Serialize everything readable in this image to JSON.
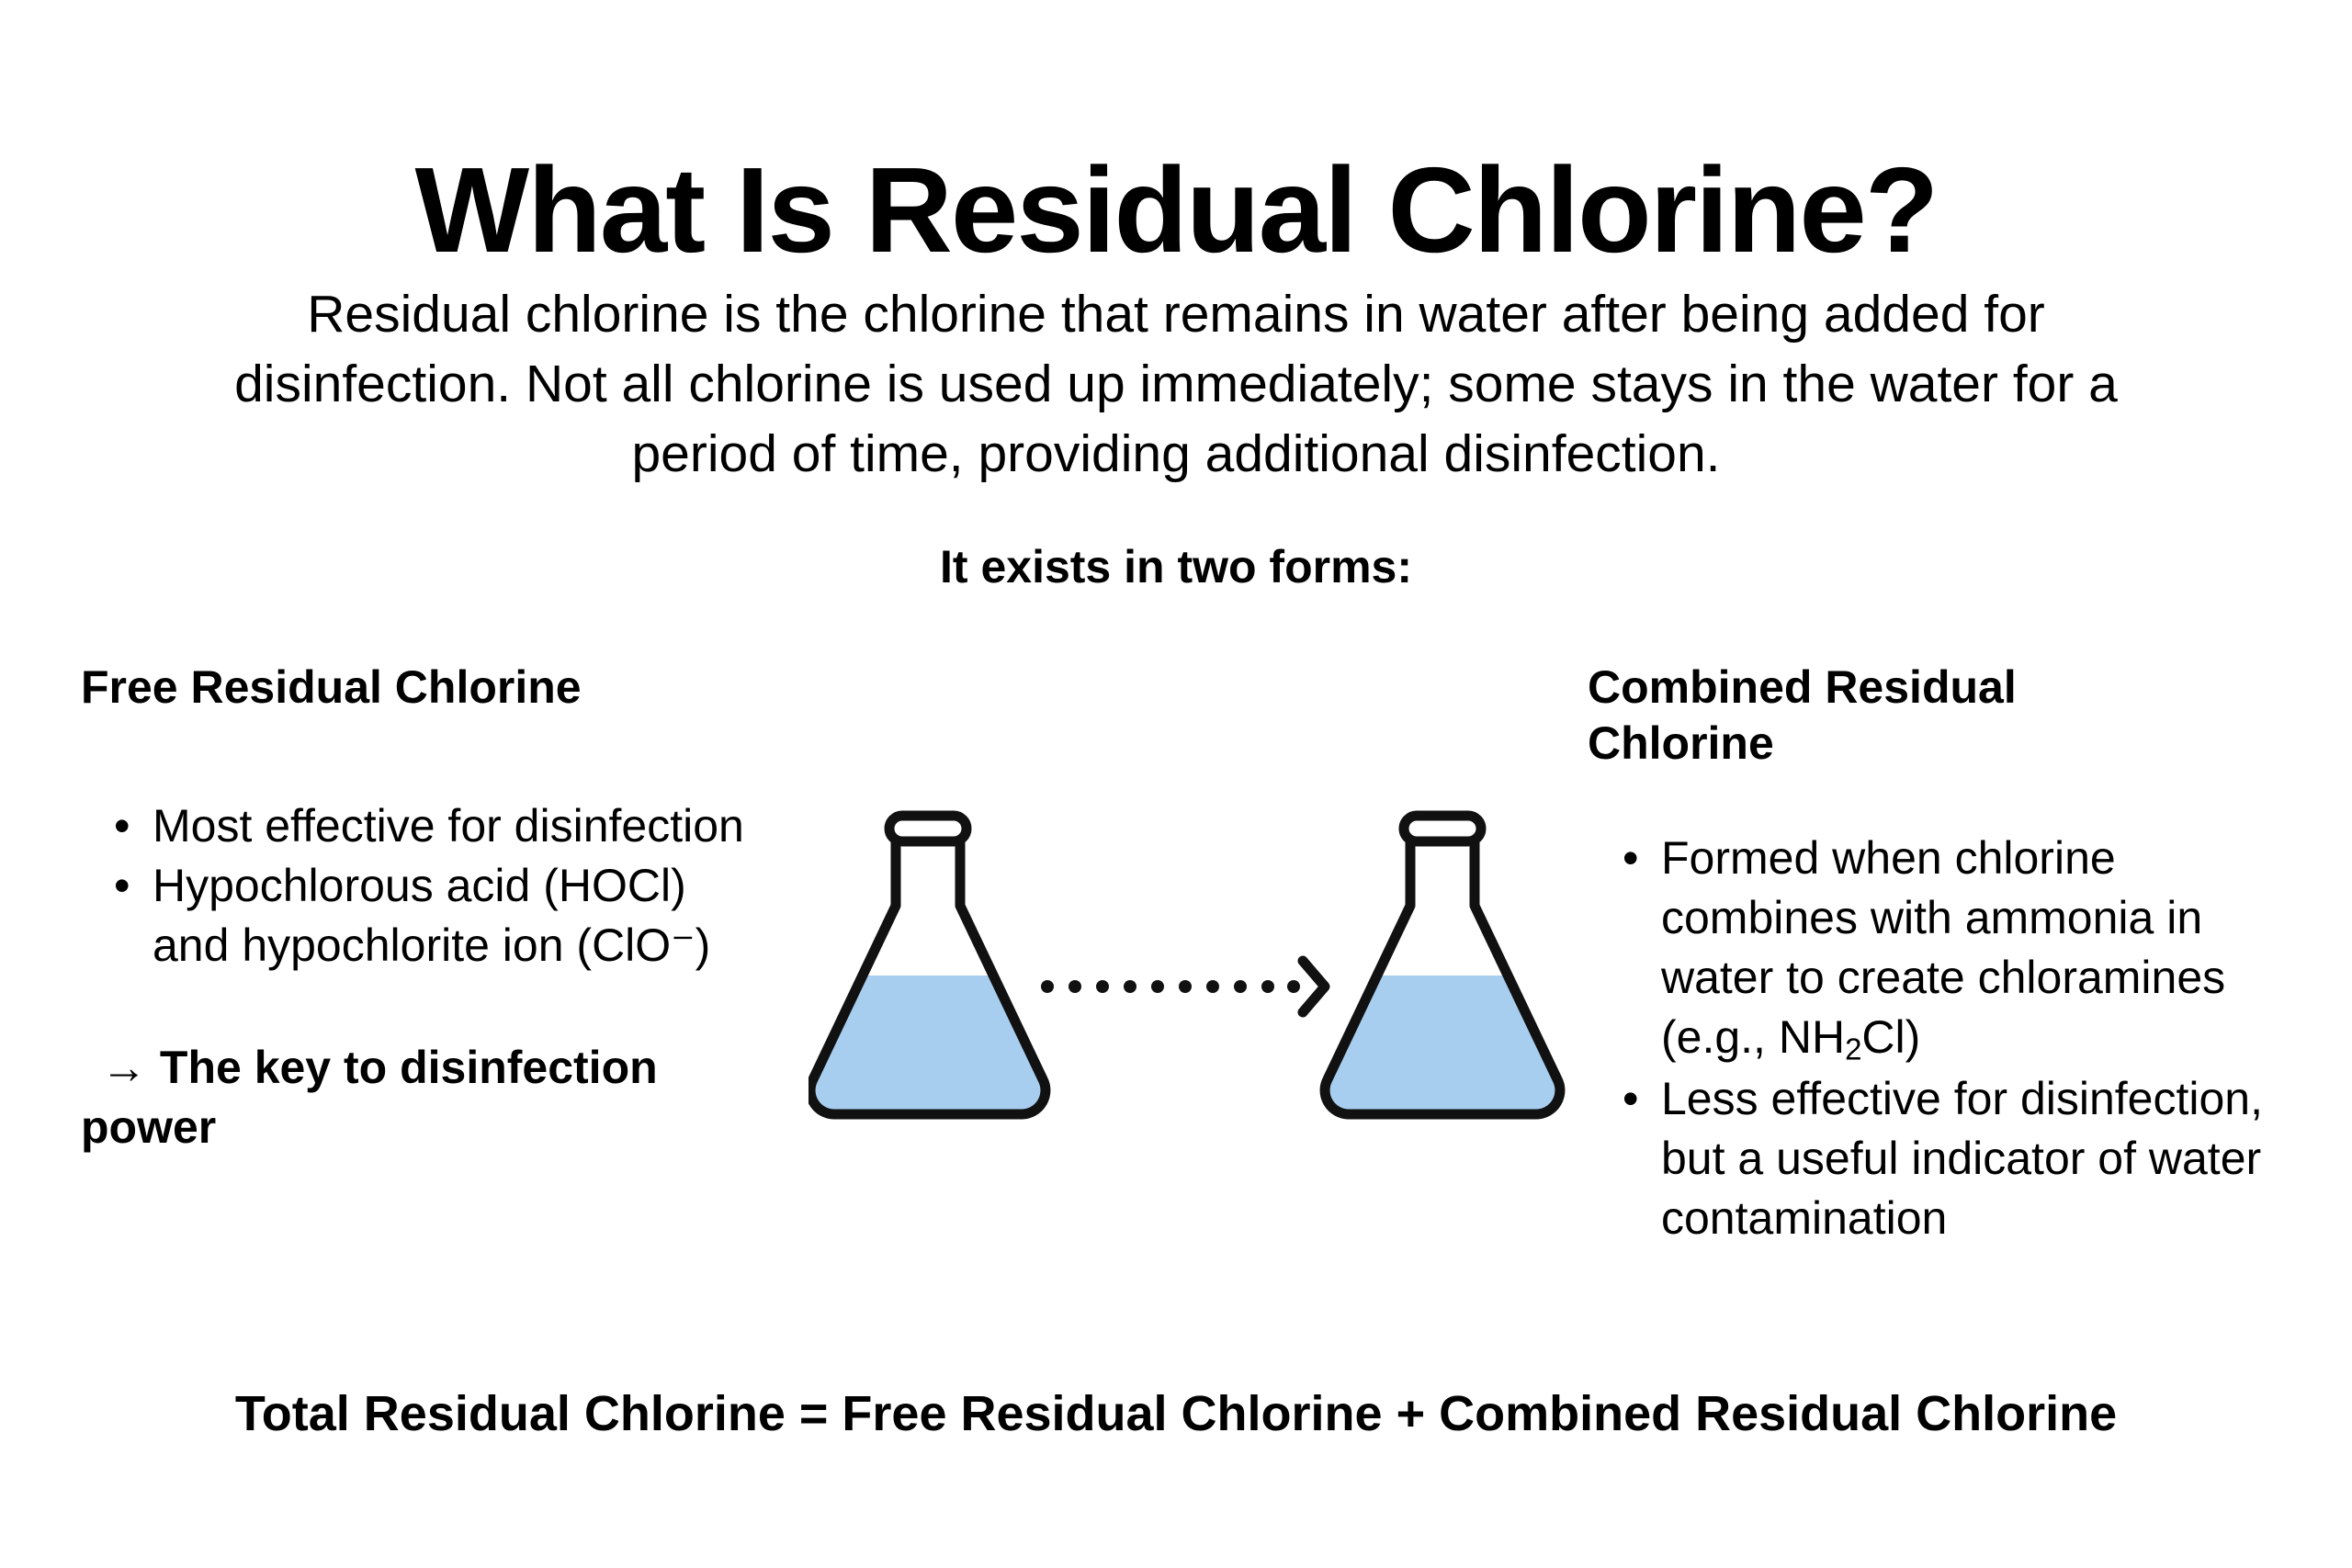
{
  "page": {
    "background_color": "#FFFFFF",
    "text_color": "#000000"
  },
  "title": "What Is Residual Chlorine?",
  "intro": {
    "line1": "Residual chlorine is the chlorine that remains in water after being added for",
    "line2": "disinfection. Not all chlorine is used up immediately; some stays in the water for a",
    "line3": "period of time, providing additional disinfection."
  },
  "forms_lead": "It exists in two forms:",
  "left_column": {
    "heading": "Free Residual Chlorine",
    "bullet_marker": "•",
    "bullets": [
      "Most effective for disinfection",
      "Hypochlorous acid (HOCl) and hypochlorite ion (ClO⁻)"
    ],
    "key_note_arrow": "→",
    "key_note": "The key to disinfection power"
  },
  "right_column": {
    "heading_line1": "Combined Residual",
    "heading_line2": "Chlorine",
    "bullet_marker": "•",
    "bullets": [
      {
        "prefix": "Formed when chlorine combines with ammonia in water to create chloramines (e.g., NH",
        "subscript": "2",
        "suffix": "Cl)"
      },
      {
        "prefix": "Less effective for disinfection, but a useful indicator of water contamination",
        "subscript": "",
        "suffix": ""
      }
    ]
  },
  "illustration": {
    "name": "two-flasks-with-dotted-arrow",
    "left_flask_label": "flask-free-residual-chlorine",
    "right_flask_label": "flask-combined-residual-chlorine",
    "liquid_color": "#A8CEEF",
    "outline_color": "#111111",
    "arrow_style": "dotted",
    "arrow_dot_count": 10
  },
  "formula": "Total Residual Chlorine = Free Residual Chlorine + Combined Residual Chlorine"
}
